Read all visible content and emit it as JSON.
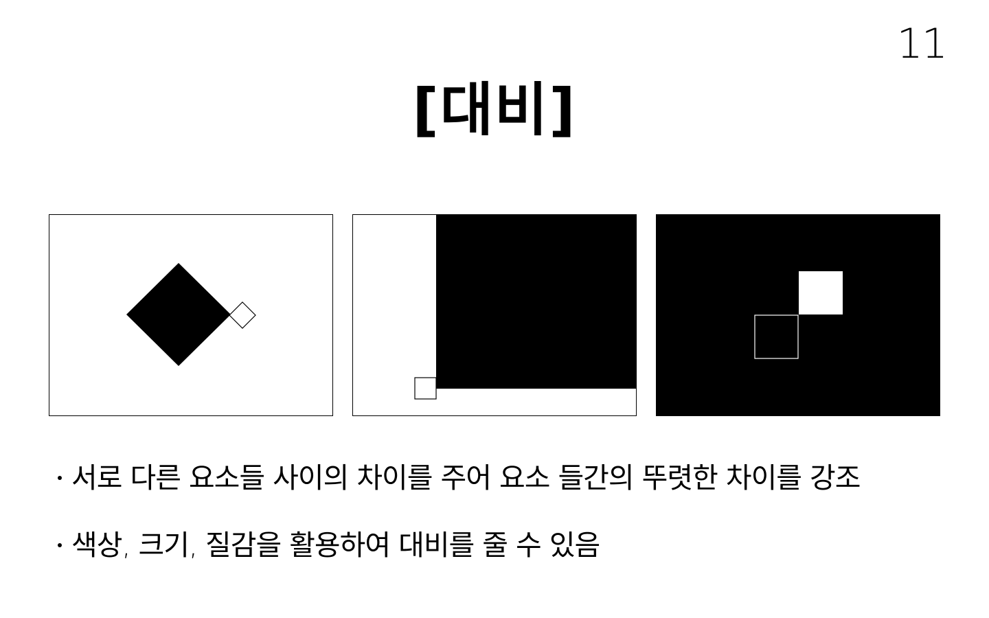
{
  "slide": {
    "page_number": "11",
    "title": "[대비]"
  },
  "panels": [
    {
      "id": "panel-1",
      "background": "#ffffff",
      "shapes": [
        "black-diamond",
        "small-outline-diamond"
      ]
    },
    {
      "id": "panel-2",
      "background": "#ffffff",
      "shapes": [
        "black-rectangle",
        "small-outline-square"
      ]
    },
    {
      "id": "panel-3",
      "background": "#000000",
      "shapes": [
        "white-square",
        "outline-square"
      ]
    }
  ],
  "bullets": [
    {
      "text": "서로 다른 요소들 사이의 차이를 주어 요소 들간의 뚜렷한 차이를 강조"
    },
    {
      "text": "색상, 크기, 질감을 활용하여 대비를 줄 수 있음"
    }
  ],
  "colors": {
    "foreground": "#000000",
    "background": "#ffffff"
  }
}
